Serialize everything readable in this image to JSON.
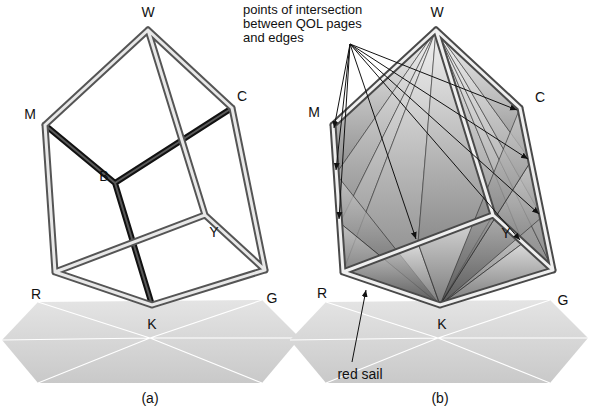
{
  "diagram": {
    "labels": [
      "W",
      "M",
      "C",
      "B",
      "Y",
      "R",
      "G",
      "K",
      "(a)",
      "W",
      "points of intersection between QOL pages and edges",
      "M",
      "C",
      "Y",
      "R",
      "G",
      "red sail",
      "K",
      "(b)"
    ]
  }
}
